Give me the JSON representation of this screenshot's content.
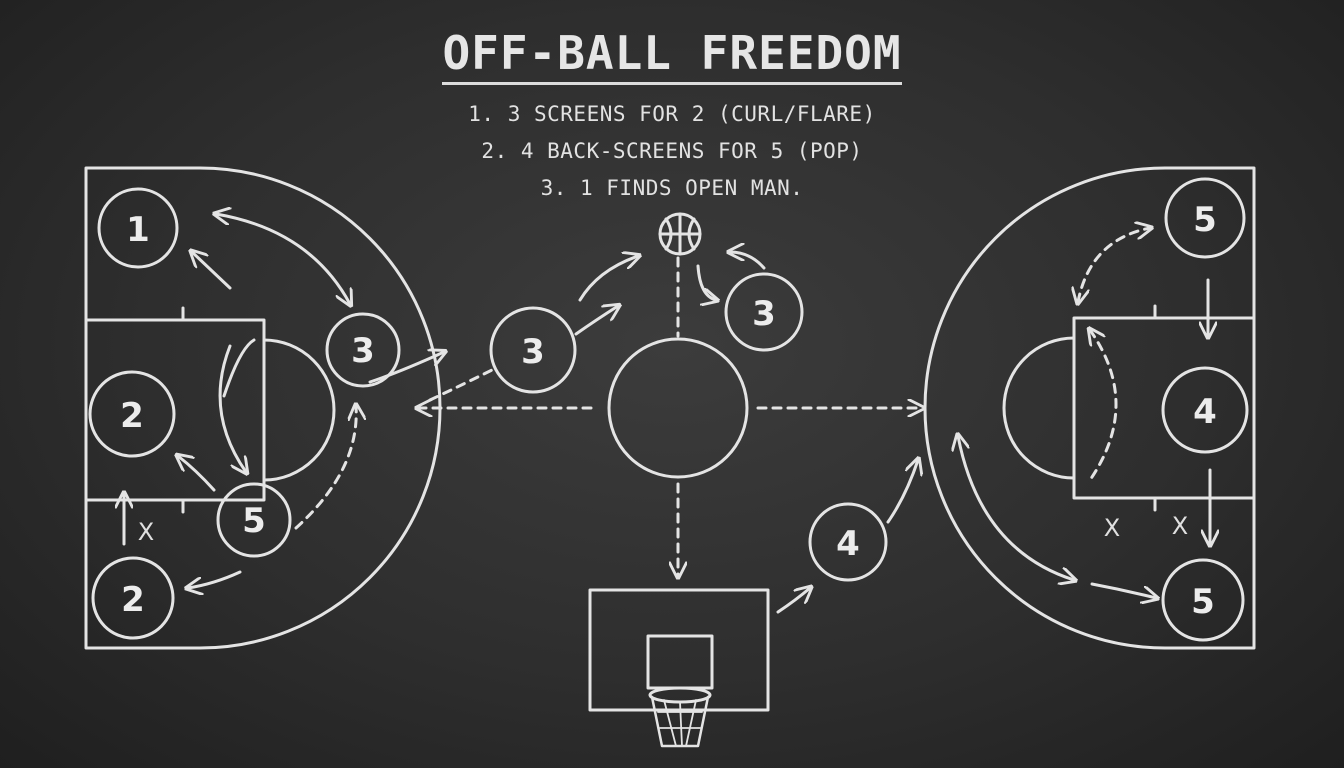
{
  "title": "OFF-BALL FREEDOM",
  "steps": [
    "1. 3 SCREENS FOR 2 (CURL/FLARE)",
    "2. 4 BACK-SCREENS FOR 5 (POP)",
    "3. 1 FINDS OPEN MAN."
  ],
  "players": {
    "p1": "1",
    "p2_left": "2",
    "p2_bottom": "2",
    "p3_lane": "3",
    "p3_mid": "3",
    "p3_top": "3",
    "p5_left": "5",
    "p4_mid": "4",
    "p5_right_top": "5",
    "p4_right": "4",
    "p5_right_bottom": "5"
  },
  "defender_mark": "X",
  "icons": {
    "ball": "basketball-icon",
    "hoop": "backboard-hoop-icon"
  }
}
